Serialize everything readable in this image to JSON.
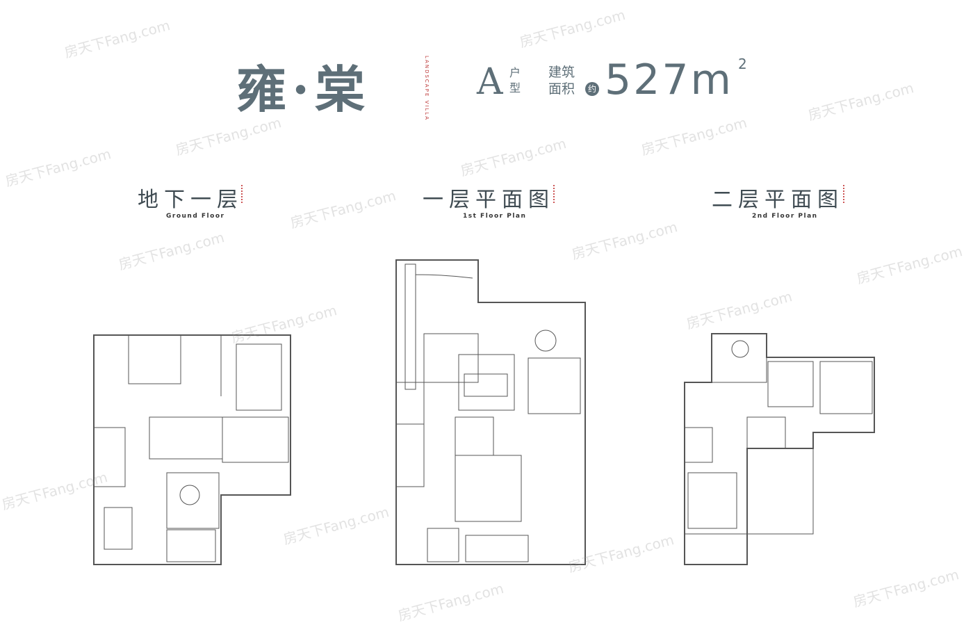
{
  "header": {
    "project_name": "雍·棠",
    "villa_label": "LANDSCAPE VILLA",
    "unit_letter": "A",
    "unit_suffix": "户型",
    "area_label": "建筑面积",
    "approx": "约",
    "area_value": "527m",
    "area_sup": "2"
  },
  "floors": [
    {
      "title_cn": "地下一层",
      "title_en": "Ground Floor"
    },
    {
      "title_cn": "一层平面图",
      "title_en": "1st Floor Plan"
    },
    {
      "title_cn": "二层平面图",
      "title_en": "2nd Floor Plan"
    }
  ],
  "watermark": "房天下Fang.com"
}
